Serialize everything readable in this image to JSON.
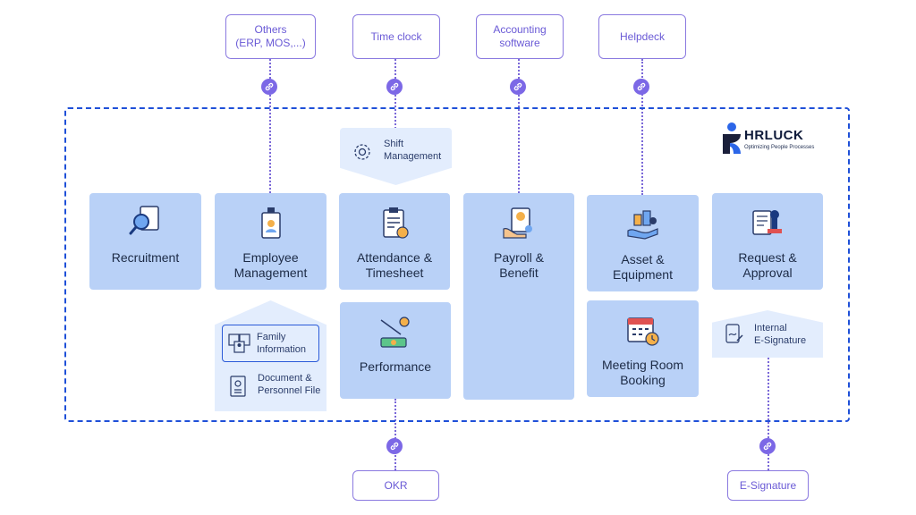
{
  "external_systems": {
    "others": [
      "Others",
      "(ERP, MOS,...)"
    ],
    "time_clock": "Time clock",
    "accounting": [
      "Accounting",
      "software"
    ],
    "helpdeck": "Helpdeck",
    "okr": "OKR",
    "esignature": "E-Signature"
  },
  "brand": {
    "name": "HRLUCK",
    "tagline": "Optimizing People Processes"
  },
  "modules": {
    "recruitment": [
      "Recruitment"
    ],
    "employee_management": [
      "Employee",
      "Management"
    ],
    "attendance": [
      "Attendance &",
      "Timesheet"
    ],
    "payroll": [
      "Payroll &",
      "Benefit"
    ],
    "asset": [
      "Asset &",
      "Equipment"
    ],
    "request": [
      "Request &",
      "Approval"
    ],
    "performance": [
      "Performance"
    ],
    "meeting_room": [
      "Meeting Room",
      "Booking"
    ]
  },
  "submodules": {
    "shift": [
      "Shift",
      "Management"
    ],
    "family": [
      "Family",
      "Information"
    ],
    "document": [
      "Document &",
      "Personnel File"
    ],
    "internal_esign": [
      "Internal",
      "E-Signature"
    ]
  },
  "colors": {
    "frame": "#1f50d8",
    "module": "#b9d1f7",
    "submodule": "#e3edfd",
    "connector": "#7c68e6"
  }
}
